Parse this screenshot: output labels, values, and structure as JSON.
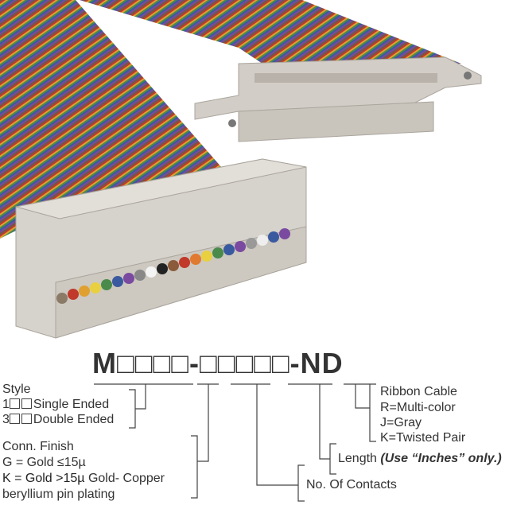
{
  "part_number": {
    "prefix": "M□□□□-□□□□□-ND"
  },
  "style": {
    "title": "Style",
    "options": [
      {
        "code": "1",
        "label": "Single Ended"
      },
      {
        "code": "3",
        "label": "Double Ended"
      }
    ]
  },
  "finish": {
    "title": "Conn. Finish",
    "line1": "G = Gold ≤15µ",
    "line2_bold": "K = Gold >15µ",
    "line2_rest": " Gold- Copper",
    "line3": "beryllium pin plating"
  },
  "contacts": {
    "label": "No. Of Contacts"
  },
  "length": {
    "label": "Length ",
    "note": "(Use “Inches” only.)"
  },
  "cable": {
    "title": "Ribbon Cable",
    "options": [
      "R=Multi-color",
      "J=Gray",
      "K=Twisted Pair"
    ]
  },
  "colors": {
    "connector": "#d6d2cc",
    "text": "#333333"
  }
}
